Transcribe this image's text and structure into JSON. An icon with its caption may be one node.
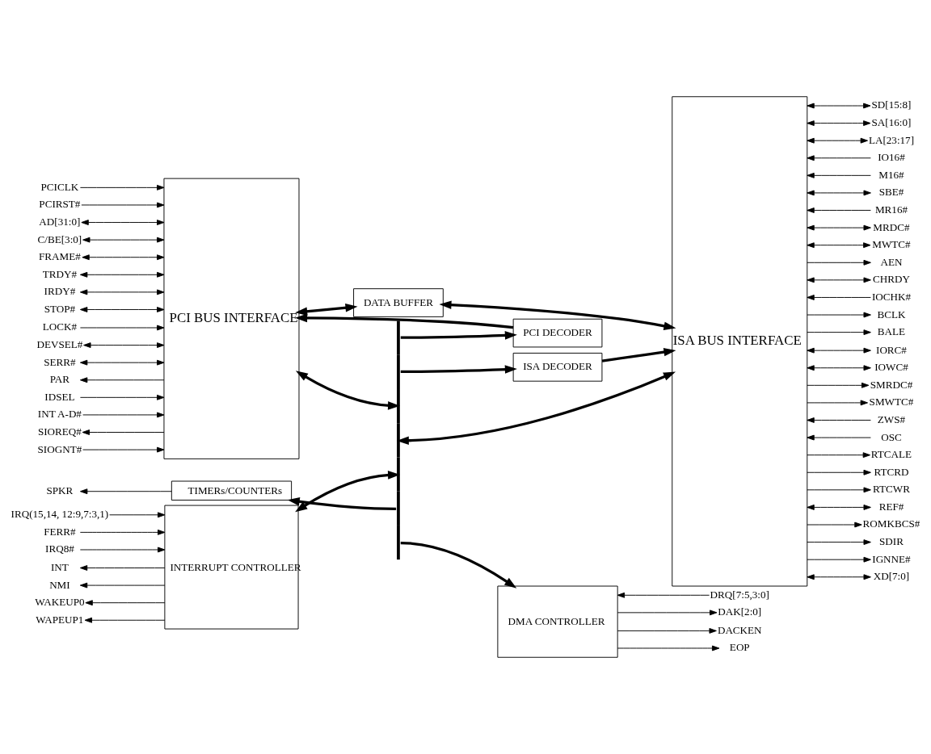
{
  "diagram": {
    "nodes": [
      {
        "text": [
          "PCI BUS INTERFACE"
        ]
      },
      {
        "text": [
          "DATA BUFFER"
        ]
      },
      {
        "text": [
          "ISA BUS INTERFACE"
        ]
      },
      {
        "text": [
          "PCI DECODER"
        ]
      },
      {
        "text": [
          "ISA DECODER"
        ]
      },
      {
        "text": [],
        "shape": "bar"
      },
      {
        "text": [
          "INTERRUPT CONTROLLER"
        ]
      },
      {
        "text": [
          "TIMERs/COUNTERs"
        ]
      },
      {
        "text": [
          "DMA CONTROLLER"
        ]
      },
      {
        "text": [
          "PCICLK"
        ]
      },
      {
        "text": [
          "PCIRST#"
        ]
      },
      {
        "text": [
          "AD[31:0]"
        ]
      },
      {
        "text": [
          "C/BE[3:0]"
        ]
      },
      {
        "text": [
          "FRAME#"
        ]
      },
      {
        "text": [
          "TRDY#"
        ]
      },
      {
        "text": [
          "IRDY#"
        ]
      },
      {
        "text": [
          "STOP#"
        ]
      },
      {
        "text": [
          "LOCK#"
        ]
      },
      {
        "text": [
          "DEVSEL#"
        ]
      },
      {
        "text": [
          "SERR#"
        ]
      },
      {
        "text": [
          "PAR"
        ]
      },
      {
        "text": [
          "IDSEL"
        ]
      },
      {
        "text": [
          "INT A-D#"
        ]
      },
      {
        "text": [
          "SIOREQ#"
        ]
      },
      {
        "text": [
          "SIOGNT#"
        ]
      },
      {
        "text": [
          "IRQ(15,14, 12:9,7:3,1)"
        ]
      },
      {
        "text": [
          "FERR#"
        ]
      },
      {
        "text": [
          "IRQ8#"
        ]
      },
      {
        "text": [
          "INT"
        ]
      },
      {
        "text": [
          "NMI"
        ]
      },
      {
        "text": [
          "WAKEUP0"
        ]
      },
      {
        "text": [
          "WAPEUP1"
        ]
      },
      {
        "text": [
          "SPKR"
        ]
      },
      {
        "text": [
          "SD[15:8]"
        ]
      },
      {
        "text": [
          "SA[16:0]"
        ]
      },
      {
        "text": [
          "LA[23:17]"
        ]
      },
      {
        "text": [
          "IO16#"
        ]
      },
      {
        "text": [
          "M16#"
        ]
      },
      {
        "text": [
          "SBE#"
        ]
      },
      {
        "text": [
          "MR16#"
        ]
      },
      {
        "text": [
          "MRDC#"
        ]
      },
      {
        "text": [
          "MWTC#"
        ]
      },
      {
        "text": [
          "AEN"
        ]
      },
      {
        "text": [
          "CHRDY"
        ]
      },
      {
        "text": [
          "IOCHK#"
        ]
      },
      {
        "text": [
          "BCLK"
        ]
      },
      {
        "text": [
          "BALE"
        ]
      },
      {
        "text": [
          "IORC#"
        ]
      },
      {
        "text": [
          "IOWC#"
        ]
      },
      {
        "text": [
          "SMRDC#"
        ]
      },
      {
        "text": [
          "SMWTC#"
        ]
      },
      {
        "text": [
          "ZWS#"
        ]
      },
      {
        "text": [
          "OSC"
        ]
      },
      {
        "text": [
          "RTCALE"
        ]
      },
      {
        "text": [
          "RTCRD"
        ]
      },
      {
        "text": [
          "RTCWR"
        ]
      },
      {
        "text": [
          "REF#"
        ]
      },
      {
        "text": [
          "ROMKBCS#"
        ]
      },
      {
        "text": [
          "SDIR"
        ]
      },
      {
        "text": [
          "IGNNE#"
        ]
      },
      {
        "text": [
          "XD[7:0]"
        ]
      },
      {
        "text": [
          "DRQ[7:5,3:0]"
        ]
      },
      {
        "text": [
          "DAK[2:0]"
        ]
      },
      {
        "text": [
          "DACKEN"
        ]
      },
      {
        "text": [
          "EOP"
        ]
      }
    ],
    "edges": [
      {
        "from": 0,
        "to": 1,
        "arrow": "both",
        "style": "thick"
      },
      {
        "from": 1,
        "to": 2,
        "arrow": "both",
        "style": "thick"
      },
      {
        "from": 3,
        "to": 0,
        "arrow": "to",
        "style": "thick"
      },
      {
        "from": 4,
        "to": 2,
        "arrow": "to",
        "style": "thick"
      },
      {
        "from": 5,
        "to": 3,
        "arrow": "to",
        "style": "thick"
      },
      {
        "from": 5,
        "to": 4,
        "arrow": "to",
        "style": "thick"
      },
      {
        "from": 0,
        "to": 5,
        "arrow": "both",
        "style": "thick"
      },
      {
        "from": 5,
        "to": 2,
        "arrow": "both",
        "style": "thick"
      },
      {
        "from": 6,
        "to": 5,
        "arrow": "both",
        "style": "thick"
      },
      {
        "from": 5,
        "to": 7,
        "arrow": "to",
        "style": "thick"
      },
      {
        "from": 5,
        "to": 8,
        "arrow": "to",
        "style": "thick"
      },
      {
        "from": 9,
        "to": 0,
        "arrow": "to"
      },
      {
        "from": 10,
        "to": 0,
        "arrow": "to"
      },
      {
        "from": 11,
        "to": 0,
        "arrow": "both"
      },
      {
        "from": 12,
        "to": 0,
        "arrow": "both"
      },
      {
        "from": 13,
        "to": 0,
        "arrow": "both"
      },
      {
        "from": 14,
        "to": 0,
        "arrow": "both"
      },
      {
        "from": 15,
        "to": 0,
        "arrow": "both"
      },
      {
        "from": 16,
        "to": 0,
        "arrow": "both"
      },
      {
        "from": 17,
        "to": 0,
        "arrow": "to"
      },
      {
        "from": 18,
        "to": 0,
        "arrow": "both"
      },
      {
        "from": 19,
        "to": 0,
        "arrow": "both"
      },
      {
        "from": 0,
        "to": 20,
        "arrow": "to"
      },
      {
        "from": 21,
        "to": 0,
        "arrow": "to"
      },
      {
        "from": 22,
        "to": 0,
        "arrow": "to"
      },
      {
        "from": 0,
        "to": 23,
        "arrow": "to"
      },
      {
        "from": 24,
        "to": 0,
        "arrow": "to"
      },
      {
        "from": 25,
        "to": 6,
        "arrow": "to"
      },
      {
        "from": 26,
        "to": 6,
        "arrow": "to"
      },
      {
        "from": 27,
        "to": 6,
        "arrow": "to"
      },
      {
        "from": 6,
        "to": 28,
        "arrow": "to"
      },
      {
        "from": 6,
        "to": 29,
        "arrow": "to"
      },
      {
        "from": 6,
        "to": 30,
        "arrow": "to"
      },
      {
        "from": 6,
        "to": 31,
        "arrow": "to"
      },
      {
        "from": 7,
        "to": 32,
        "arrow": "to"
      },
      {
        "from": 2,
        "to": 33,
        "arrow": "both"
      },
      {
        "from": 2,
        "to": 34,
        "arrow": "both"
      },
      {
        "from": 2,
        "to": 35,
        "arrow": "both"
      },
      {
        "from": 36,
        "to": 2,
        "arrow": "to"
      },
      {
        "from": 37,
        "to": 2,
        "arrow": "to"
      },
      {
        "from": 2,
        "to": 38,
        "arrow": "both"
      },
      {
        "from": 39,
        "to": 2,
        "arrow": "to"
      },
      {
        "from": 2,
        "to": 40,
        "arrow": "both"
      },
      {
        "from": 2,
        "to": 41,
        "arrow": "both"
      },
      {
        "from": 2,
        "to": 42,
        "arrow": "to"
      },
      {
        "from": 2,
        "to": 43,
        "arrow": "both"
      },
      {
        "from": 44,
        "to": 2,
        "arrow": "to"
      },
      {
        "from": 2,
        "to": 45,
        "arrow": "to"
      },
      {
        "from": 2,
        "to": 46,
        "arrow": "to"
      },
      {
        "from": 2,
        "to": 47,
        "arrow": "both"
      },
      {
        "from": 2,
        "to": 48,
        "arrow": "both"
      },
      {
        "from": 2,
        "to": 49,
        "arrow": "to"
      },
      {
        "from": 2,
        "to": 50,
        "arrow": "to"
      },
      {
        "from": 51,
        "to": 2,
        "arrow": "to"
      },
      {
        "from": 52,
        "to": 2,
        "arrow": "to"
      },
      {
        "from": 2,
        "to": 53,
        "arrow": "to"
      },
      {
        "from": 2,
        "to": 54,
        "arrow": "to"
      },
      {
        "from": 2,
        "to": 55,
        "arrow": "to"
      },
      {
        "from": 2,
        "to": 56,
        "arrow": "both"
      },
      {
        "from": 2,
        "to": 57,
        "arrow": "to"
      },
      {
        "from": 2,
        "to": 58,
        "arrow": "to"
      },
      {
        "from": 2,
        "to": 59,
        "arrow": "to"
      },
      {
        "from": 2,
        "to": 60,
        "arrow": "both"
      },
      {
        "from": 61,
        "to": 8,
        "arrow": "to"
      },
      {
        "from": 8,
        "to": 62,
        "arrow": "to"
      },
      {
        "from": 8,
        "to": 63,
        "arrow": "to"
      },
      {
        "from": 8,
        "to": 64,
        "arrow": "to"
      }
    ]
  }
}
